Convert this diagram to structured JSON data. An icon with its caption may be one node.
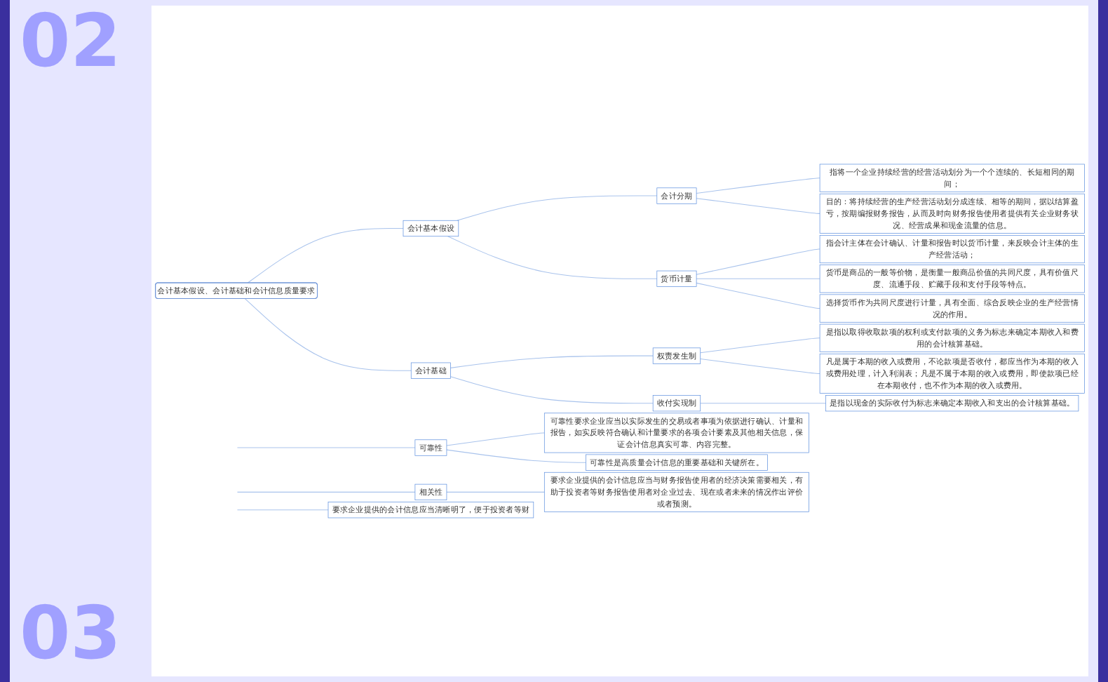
{
  "diagram": {
    "nodes": [
      {
        "text": [
          "会计基本假设、会计基础和会计信息质量要求"
        ]
      },
      {
        "text": [
          "会计基本假设"
        ]
      },
      {
        "text": [
          "会计分期"
        ]
      },
      {
        "text": [
          "指将一个企业持续经营的经营活动划分为一个个连续的、长短相同的期间；"
        ]
      },
      {
        "text": [
          "目的：将持续经营的生产经营活动划分成连续、相等的期间，据以结算盈亏，按期编报财务报告，从而及时向财务报告使用者提供有关企业财务状况、经营成果和现金流量的信息。"
        ]
      },
      {
        "text": [
          "货币计量"
        ]
      },
      {
        "text": [
          "指会计主体在会计确认、计量和报告时以货币计量，来反映会计主体的生产经营活动；"
        ]
      },
      {
        "text": [
          "货币是商品的一般等价物，是衡量一般商品价值的共同尺度，具有价值尺度、流通手段、贮藏手段和支付手段等特点。"
        ]
      },
      {
        "text": [
          "选择货币作为共同尺度进行计量，具有全面、综合反映企业的生产经营情况的作用。"
        ]
      },
      {
        "text": [
          "会计基础"
        ]
      },
      {
        "text": [
          "权责发生制"
        ]
      },
      {
        "text": [
          "是指以取得收取款项的权利或支付款项的义务为标志来确定本期收入和费用的会计核算基础。"
        ]
      },
      {
        "text": [
          "凡是属于本期的收入或费用，不论款项是否收付，都应当作为本期的收入或费用处理，计入利润表；凡是不属于本期的收入或费用，即使款项已经在本期收付，也不作为本期的收入或费用。"
        ]
      },
      {
        "text": [
          "收付实现制"
        ]
      },
      {
        "text": [
          "是指以现金的实际收付为标志来确定本期收入和支出的会计核算基础。"
        ]
      },
      {
        "text": [
          "可靠性"
        ]
      },
      {
        "text": [
          "可靠性要求企业应当以实际发生的交易或者事项为依据进行确认、计量和报告，如实反映符合确认和计量要求的各项会计要素及其他相关信息，保证会计信息真实可靠、内容完整。"
        ]
      },
      {
        "text": [
          "可靠性是高质量会计信息的重要基础和关键所在。"
        ]
      },
      {
        "text": [
          "相关性"
        ]
      },
      {
        "text": [
          "要求企业提供的会计信息应当与财务报告使用者的经济决策需要相关，有助于投资者等财务报告使用者对企业过去、现在或者未来的情况作出评价或者预测。"
        ]
      },
      {
        "text": [
          "要求企业提供的会计信息应当清晰明了，便于投资者等财"
        ]
      }
    ],
    "edges": [
      {
        "from": 0,
        "to": 1,
        "arrow": "none"
      },
      {
        "from": 0,
        "to": 9,
        "arrow": "none"
      },
      {
        "from": 1,
        "to": 2,
        "arrow": "none"
      },
      {
        "from": 1,
        "to": 5,
        "arrow": "none"
      },
      {
        "from": 2,
        "to": 3,
        "arrow": "none"
      },
      {
        "from": 2,
        "to": 4,
        "arrow": "none"
      },
      {
        "from": 5,
        "to": 6,
        "arrow": "none"
      },
      {
        "from": 5,
        "to": 7,
        "arrow": "none"
      },
      {
        "from": 5,
        "to": 8,
        "arrow": "none"
      },
      {
        "from": 9,
        "to": 10,
        "arrow": "none"
      },
      {
        "from": 9,
        "to": 13,
        "arrow": "none"
      },
      {
        "from": 10,
        "to": 11,
        "arrow": "none"
      },
      {
        "from": 10,
        "to": 12,
        "arrow": "none"
      },
      {
        "from": 13,
        "to": 14,
        "arrow": "none"
      },
      {
        "from": null,
        "to": 15,
        "arrow": "none"
      },
      {
        "from": 15,
        "to": 16,
        "arrow": "none"
      },
      {
        "from": 15,
        "to": 17,
        "arrow": "none"
      },
      {
        "from": null,
        "to": 18,
        "arrow": "none"
      },
      {
        "from": 18,
        "to": 19,
        "arrow": "none"
      },
      {
        "from": null,
        "to": 20,
        "arrow": "none"
      }
    ],
    "labels": [
      "02",
      "03"
    ]
  }
}
